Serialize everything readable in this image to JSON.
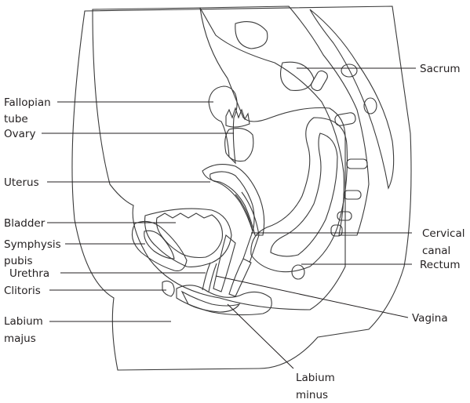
{
  "diagram": {
    "colors": {
      "body_fill": "#e6e6e6",
      "cavity_fill": "#ffffff",
      "bone_fill": "#c8c8c8",
      "bone_dark": "#a9a9a9",
      "organ_fill": "#d9d9d9",
      "outline": "#3a3a3a",
      "label": "#231f20"
    },
    "labels": {
      "sacrum": "Sacrum",
      "fallopian_1": "Fallopian",
      "fallopian_2": "tube",
      "ovary": "Ovary",
      "uterus": "Uterus",
      "bladder": "Bladder",
      "symphysis_1": "Symphysis",
      "symphysis_2": "pubis",
      "urethra": "Urethra",
      "clitoris": "Clitoris",
      "labium_majus_1": "Labium",
      "labium_majus_2": "majus",
      "cervical_1": "Cervical",
      "cervical_2": "canal",
      "rectum": "Rectum",
      "vagina": "Vagina",
      "labium_minus_1": "Labium",
      "labium_minus_2": "minus"
    }
  }
}
